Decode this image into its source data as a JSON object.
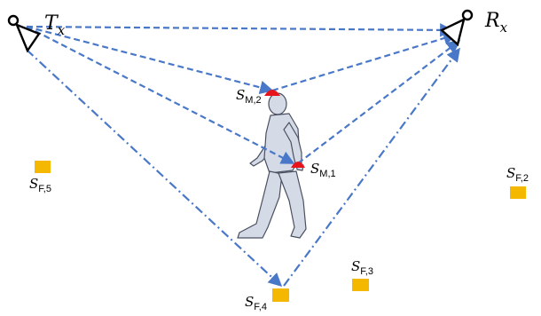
{
  "labels": {
    "tx_main": "T",
    "tx_sub": "x",
    "rx_main": "R",
    "rx_sub": "x",
    "s_m2_main": "S",
    "s_m2_sub": "M,2",
    "s_m1_main": "S",
    "s_m1_sub": "M,1",
    "s_f5_main": "S",
    "s_f5_sub": "F,5",
    "s_f2_main": "S",
    "s_f2_sub": "F,2",
    "s_f3_main": "S",
    "s_f3_sub": "F,3",
    "s_f4_main": "S",
    "s_f4_sub": "F,4"
  },
  "colors": {
    "path": "#4a78c8",
    "body_marker": "#e8141c",
    "static_marker": "#f5b800",
    "person_fill": "#d5dbe6",
    "person_stroke": "#4a5060"
  },
  "icons": {
    "transmitter": "antenna-icon",
    "receiver": "antenna-icon",
    "person": "walking-person-icon"
  }
}
